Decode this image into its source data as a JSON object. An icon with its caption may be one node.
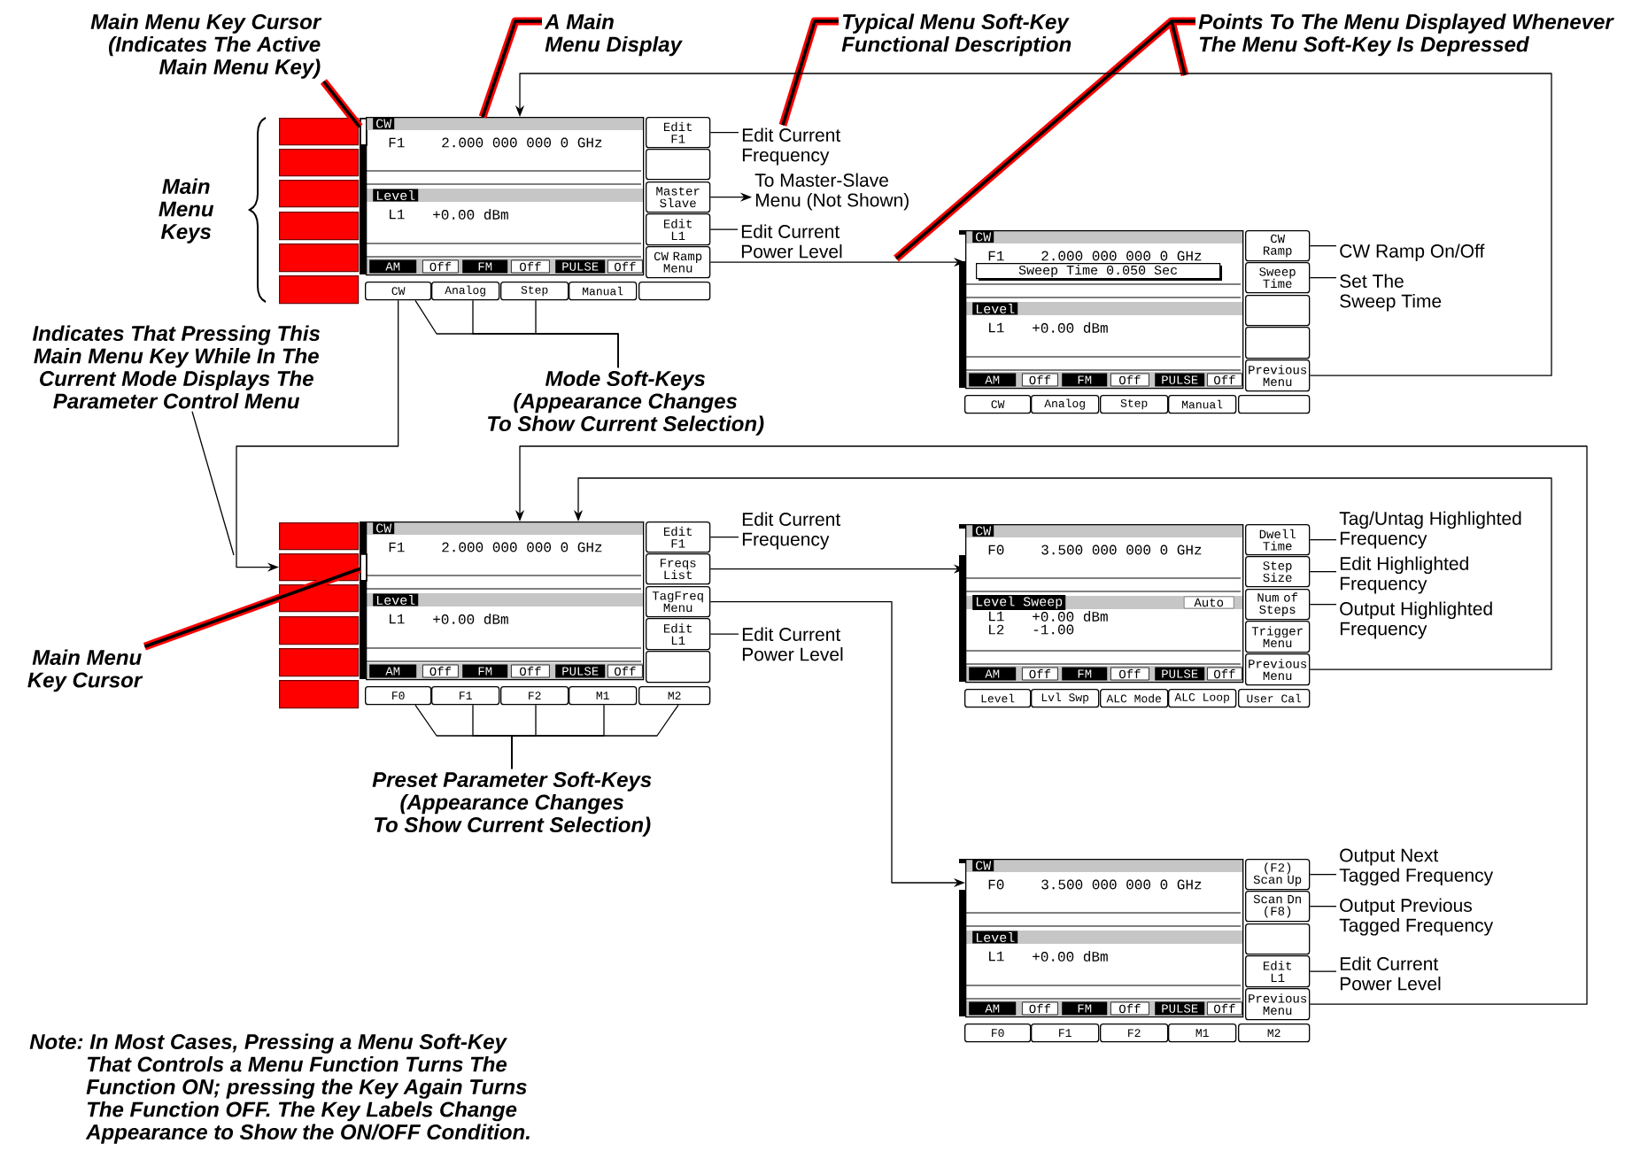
{
  "diagram": {
    "nodes": [
      {
        "text": [
          "Main Menu Key Cursor (Indicates The Active Main Menu Key)"
        ]
      },
      {
        "text": [
          "A Main Menu Display"
        ]
      },
      {
        "text": [
          "Typical Menu Soft-Key Functional Description"
        ]
      },
      {
        "text": [
          "Points To The Menu Displayed Whenever The Menu Soft-Key Is Depressed"
        ]
      },
      {
        "text": [],
        "shape": "box"
      },
      {
        "text": [],
        "shape": "box"
      },
      {
        "text": [],
        "shape": "box"
      },
      {
        "text": [],
        "shape": "box"
      },
      {
        "text": [],
        "shape": "box"
      },
      {
        "text": [],
        "shape": "box"
      },
      {
        "text": [],
        "shape": "bar"
      },
      {
        "text": [
          "CW",
          "F1",
          "2.000 000 000 0 GHz",
          "Level",
          "L1",
          "+0.00 dBm",
          "AM",
          "Off",
          "FM",
          "Off",
          "PULSE",
          "Off"
        ]
      },
      {
        "text": [
          "Edit F1"
        ]
      },
      {
        "text": [],
        "shape": "box"
      },
      {
        "text": [
          "Master Slave"
        ]
      },
      {
        "text": [
          "Edit L1"
        ]
      },
      {
        "text": [
          "CW Ramp Menu"
        ]
      },
      {
        "text": [
          "CW"
        ]
      },
      {
        "text": [
          "Analog"
        ]
      },
      {
        "text": [
          "Step"
        ]
      },
      {
        "text": [
          "Manual"
        ]
      },
      {
        "text": [],
        "shape": "box"
      },
      {
        "text": [
          "Edit Current Frequency"
        ]
      },
      {
        "text": [
          "To Master-Slave Menu (Not Shown)"
        ]
      },
      {
        "text": [
          "Edit Current Power Level"
        ]
      },
      {
        "text": [
          "CW",
          "F1",
          "2.000 000 000 0 GHz",
          "Level",
          "L1",
          "+0.00 dBm",
          "AM",
          "Off",
          "FM",
          "Off",
          "PULSE",
          "Off"
        ]
      },
      {
        "text": [
          "Sweep Time 0.050 Sec"
        ],
        "in": 25
      },
      {
        "text": [
          "CW Ramp"
        ]
      },
      {
        "text": [
          "Sweep Time"
        ]
      },
      {
        "text": [],
        "shape": "box"
      },
      {
        "text": [],
        "shape": "box"
      },
      {
        "text": [
          "Previous Menu"
        ]
      },
      {
        "text": [
          "CW"
        ]
      },
      {
        "text": [
          "Analog"
        ]
      },
      {
        "text": [
          "Step"
        ]
      },
      {
        "text": [
          "Manual"
        ]
      },
      {
        "text": [],
        "shape": "box"
      },
      {
        "text": [
          "CW Ramp On/Off"
        ]
      },
      {
        "text": [
          "Set The Sweep Time"
        ]
      },
      {
        "text": [
          "Indicates That Pressing This Main Menu Key While In The Current Mode Displays The Parameter Control Menu"
        ]
      },
      {
        "text": [
          "Mode Soft-Keys (Appearance Changes To Show Current Selection)"
        ]
      },
      {
        "text": [],
        "shape": "box"
      },
      {
        "text": [],
        "shape": "box"
      },
      {
        "text": [],
        "shape": "box"
      },
      {
        "text": [],
        "shape": "box"
      },
      {
        "text": [],
        "shape": "box"
      },
      {
        "text": [],
        "shape": "box"
      },
      {
        "text": [],
        "shape": "bar"
      },
      {
        "text": [
          "CW",
          "F1",
          "2.000 000 000 0 GHz",
          "Level",
          "L1",
          "+0.00 dBm",
          "AM",
          "Off",
          "FM",
          "Off",
          "PULSE",
          "Off"
        ]
      },
      {
        "text": [
          "Edit F1"
        ]
      },
      {
        "text": [
          "Freqs List"
        ]
      },
      {
        "text": [
          "TagFreq Menu"
        ]
      },
      {
        "text": [
          "Edit L1"
        ]
      },
      {
        "text": [],
        "shape": "box"
      },
      {
        "text": [
          "F0"
        ]
      },
      {
        "text": [
          "F1"
        ]
      },
      {
        "text": [
          "F2"
        ]
      },
      {
        "text": [
          "M1"
        ]
      },
      {
        "text": [
          "M2"
        ]
      },
      {
        "text": [
          "Edit Current Frequency"
        ]
      },
      {
        "text": [
          "Edit Current Power Level"
        ]
      },
      {
        "text": [
          "Main Menu Key Cursor"
        ]
      },
      {
        "text": [
          "Preset Parameter Soft-Keys (Appearance Changes To Show Current Selection)"
        ]
      },
      {
        "text": [
          "CW",
          "F0",
          "3.500 000 000 0 GHz",
          "Level Sweep",
          "Auto",
          "L1",
          "+0.00 dBm",
          "L2",
          "-1.00",
          "AM",
          "Off",
          "FM",
          "Off",
          "PULSE",
          "Off"
        ]
      },
      {
        "text": [
          "Dwell Time"
        ]
      },
      {
        "text": [
          "Step Size"
        ]
      },
      {
        "text": [
          "Num of Steps"
        ]
      },
      {
        "text": [
          "Trigger Menu"
        ]
      },
      {
        "text": [
          "Previous Menu"
        ]
      },
      {
        "text": [
          "Level"
        ]
      },
      {
        "text": [
          "Lvl Swp"
        ]
      },
      {
        "text": [
          "ALC Mode"
        ]
      },
      {
        "text": [
          "ALC Loop"
        ]
      },
      {
        "text": [
          "User Cal"
        ]
      },
      {
        "text": [
          "Tag/Untag Highlighted Frequency"
        ]
      },
      {
        "text": [
          "Edit Highlighted Frequency"
        ]
      },
      {
        "text": [
          "Output Highlighted Frequency"
        ]
      },
      {
        "text": [
          "CW",
          "F0",
          "3.500 000 000 0 GHz",
          "Level",
          "L1",
          "+0.00 dBm",
          "AM",
          "Off",
          "FM",
          "Off",
          "PULSE",
          "Off"
        ]
      },
      {
        "text": [
          "(F2) Scan Up"
        ]
      },
      {
        "text": [
          "Scan Dn (F8)"
        ]
      },
      {
        "text": [],
        "shape": "box"
      },
      {
        "text": [
          "Edit L1"
        ]
      },
      {
        "text": [
          "Previous Menu"
        ]
      },
      {
        "text": [
          "F0"
        ]
      },
      {
        "text": [
          "F1"
        ]
      },
      {
        "text": [
          "F2"
        ]
      },
      {
        "text": [
          "M1"
        ]
      },
      {
        "text": [
          "M2"
        ]
      },
      {
        "text": [
          "Output Next Tagged Frequency"
        ]
      },
      {
        "text": [
          "Output Previous Tagged Frequency"
        ]
      },
      {
        "text": [
          "Edit Current Power Level"
        ]
      }
    ],
    "edges": [
      {
        "from": 0,
        "to": 10,
        "arrow": "none",
        "style": "thick",
        "color": "#ff0000"
      },
      {
        "from": 1,
        "to": 11,
        "arrow": "none",
        "style": "thick",
        "color": "#ff0000"
      },
      {
        "from": 2,
        "to": 22,
        "arrow": "none",
        "style": "thick",
        "color": "#ff0000"
      },
      {
        "from": 3,
        "to": null,
        "arrow": "none",
        "style": "thick",
        "color": "#ff0000"
      },
      {
        "from": 16,
        "to": 25,
        "arrow": "to"
      },
      {
        "from": 14,
        "to": 23,
        "arrow": "to"
      },
      {
        "from": 31,
        "to": 11,
        "arrow": "to"
      },
      {
        "from": 17,
        "to": 42,
        "arrow": "to"
      },
      {
        "from": 39,
        "to": null,
        "arrow": "none"
      },
      {
        "from": 40,
        "to": 17,
        "arrow": "none"
      },
      {
        "from": 40,
        "to": 18,
        "arrow": "none"
      },
      {
        "from": 40,
        "to": 19,
        "arrow": "none"
      },
      {
        "from": 62,
        "to": 54,
        "arrow": "none"
      },
      {
        "from": 62,
        "to": 55,
        "arrow": "none"
      },
      {
        "from": 62,
        "to": 56,
        "arrow": "none"
      },
      {
        "from": 62,
        "to": 57,
        "arrow": "none"
      },
      {
        "from": 62,
        "to": 58,
        "arrow": "none"
      },
      {
        "from": 50,
        "to": 63,
        "arrow": "to"
      },
      {
        "from": 51,
        "to": 77,
        "arrow": "to"
      },
      {
        "from": 68,
        "to": 48,
        "arrow": "to"
      },
      {
        "from": 82,
        "to": 48,
        "arrow": "to"
      },
      {
        "from": 22,
        "to": 12,
        "arrow": "none"
      },
      {
        "from": 24,
        "to": 15,
        "arrow": "none"
      },
      {
        "from": 37,
        "to": 27,
        "arrow": "none"
      },
      {
        "from": 38,
        "to": 28,
        "arrow": "none"
      },
      {
        "from": 59,
        "to": 49,
        "arrow": "none"
      },
      {
        "from": 60,
        "to": 52,
        "arrow": "none"
      },
      {
        "from": 74,
        "to": 64,
        "arrow": "none"
      },
      {
        "from": 75,
        "to": 65,
        "arrow": "none"
      },
      {
        "from": 76,
        "to": 66,
        "arrow": "none"
      },
      {
        "from": 88,
        "to": 78,
        "arrow": "none"
      },
      {
        "from": 89,
        "to": 79,
        "arrow": "none"
      },
      {
        "from": 90,
        "to": 81,
        "arrow": "none"
      },
      {
        "from": 61,
        "to": 47,
        "arrow": "none",
        "style": "thick",
        "color": "#ff0000"
      }
    ],
    "labels": [
      "Main Menu Keys",
      "Note: In Most Cases, Pressing a Menu Soft-Key That Controls a Menu Function Turns The Function ON; pressing the Key Again Turns The Function OFF. The Key Labels Change Appearance to Show the ON/OFF Condition."
    ]
  }
}
